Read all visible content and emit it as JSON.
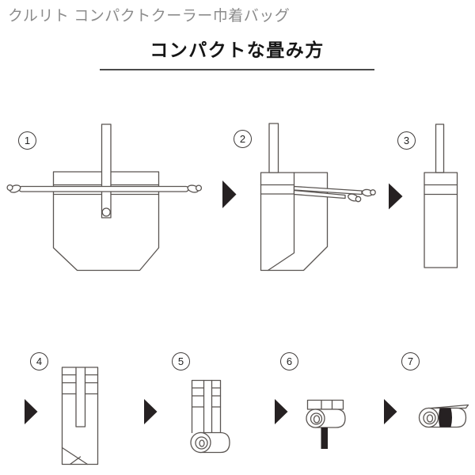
{
  "header": {
    "product_title": "クルリト コンパクトクーラー巾着バッグ",
    "section_title": "コンパクトな畳み方"
  },
  "steps": [
    {
      "number": "1"
    },
    {
      "number": "2"
    },
    {
      "number": "3"
    },
    {
      "number": "4"
    },
    {
      "number": "5"
    },
    {
      "number": "6"
    },
    {
      "number": "7"
    }
  ],
  "icons": {
    "flow_arrow": "right-pointing-triangle"
  },
  "colors": {
    "background": "#ffffff",
    "line_art": "#5a5552",
    "arrow": "#262122",
    "product_title_text": "#8b8b8b",
    "section_title_text": "#151515",
    "underline": "#4a4a4a"
  }
}
